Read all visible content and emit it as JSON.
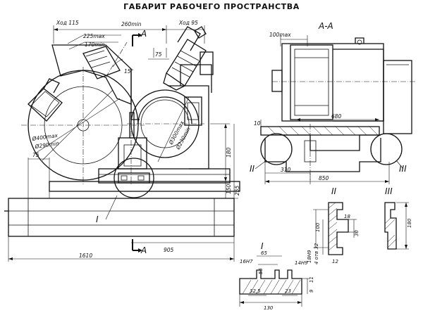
{
  "title": "ГАБАРИТ РАБОЧЕГО ПРОСТРАНСТВА",
  "section_label": "А-А",
  "section_marks": [
    "А",
    "А"
  ],
  "detail_marks": [
    "I",
    "II",
    "III"
  ],
  "detail_titles": [
    "I",
    "II",
    "III"
  ],
  "main_view_dims": {
    "stroke_left": "Ход 115",
    "d260": "260min",
    "stroke_right": "Ход 95",
    "d225": "225max",
    "d170": "170min",
    "d75_top": "75",
    "angle": "15°",
    "d400": "Ø400max",
    "d290": "Ø290min",
    "d300": "Ø300max",
    "d230": "Ø230min",
    "d180": "180",
    "d150": "150",
    "d255": "255",
    "d75_bottom": "75",
    "d905": "905",
    "d1610": "1610"
  },
  "section_view_dims": {
    "d100": "100max",
    "d10": "10",
    "d680": "680",
    "d310": "310",
    "d850": "850"
  },
  "detail_I_dims": {
    "d16H7": "16H7",
    "d65": "65",
    "d55": "55",
    "d14H9": "14H9",
    "d32_5": "32,5",
    "d23": "23",
    "d130": "130",
    "d11": "11",
    "d9": "9"
  },
  "detail_II_dims": {
    "d18H9": "18H9",
    "d12": "12",
    "d18": "18",
    "d30": "30",
    "d100": "100",
    "d4otv32": "4 отв 32"
  },
  "detail_III_dims": {
    "d180": "180"
  },
  "colors": {
    "ink": "#111111",
    "paper": "#ffffff"
  }
}
